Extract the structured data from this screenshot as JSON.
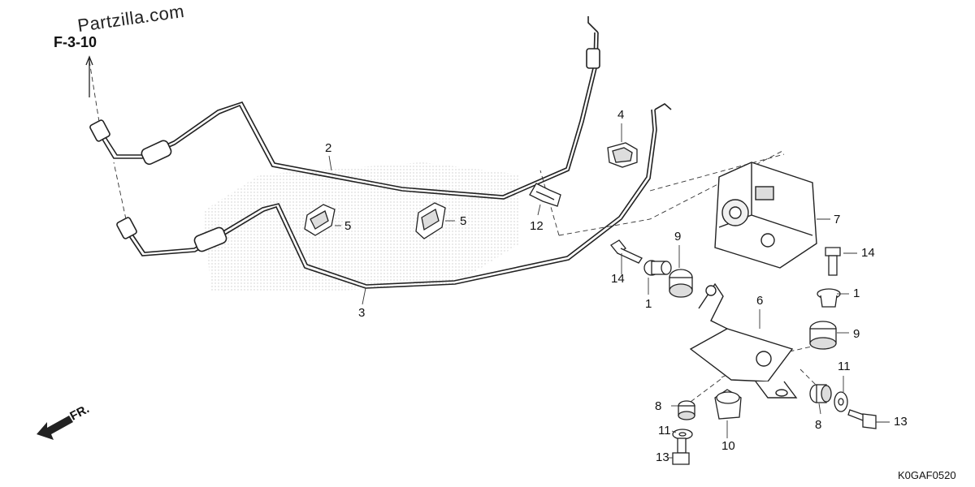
{
  "watermark": "Partzilla.com",
  "reference": "F-3-10",
  "diagram_code": "K0GAF0520",
  "direction_label": "FR.",
  "callouts": [
    "1",
    "1",
    "2",
    "3",
    "4",
    "5",
    "5",
    "6",
    "7",
    "8",
    "8",
    "9",
    "9",
    "10",
    "11",
    "11",
    "12",
    "13",
    "13",
    "14",
    "14"
  ],
  "parts": [
    {
      "number": "1",
      "shape": "collar"
    },
    {
      "number": "2",
      "shape": "brake-pipe"
    },
    {
      "number": "3",
      "shape": "brake-pipe"
    },
    {
      "number": "4",
      "shape": "pipe-clamp"
    },
    {
      "number": "5",
      "shape": "pipe-clamp"
    },
    {
      "number": "6",
      "shape": "bracket"
    },
    {
      "number": "7",
      "shape": "abs-modulator"
    },
    {
      "number": "8",
      "shape": "rubber-grommet"
    },
    {
      "number": "9",
      "shape": "rubber-mount"
    },
    {
      "number": "10",
      "shape": "rubber-mount"
    },
    {
      "number": "11",
      "shape": "washer"
    },
    {
      "number": "12",
      "shape": "pipe-clamp"
    },
    {
      "number": "13",
      "shape": "bolt"
    },
    {
      "number": "14",
      "shape": "bolt"
    }
  ]
}
